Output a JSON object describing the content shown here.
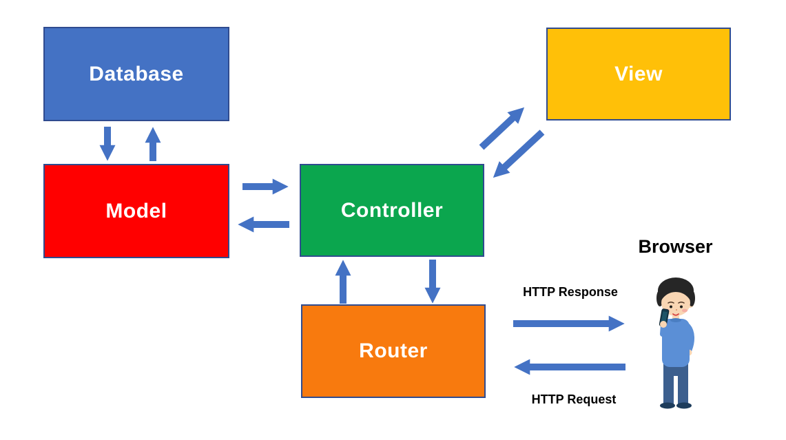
{
  "diagram": {
    "nodes": [
      {
        "id": "database",
        "label": "Database",
        "fill": "#4472C4"
      },
      {
        "id": "model",
        "label": "Model",
        "fill": "#FF0000"
      },
      {
        "id": "controller",
        "label": "Controller",
        "fill": "#0BA64E"
      },
      {
        "id": "view",
        "label": "View",
        "fill": "#FFC008"
      },
      {
        "id": "router",
        "label": "Router",
        "fill": "#F87A0E"
      }
    ],
    "actor": {
      "label": "Browser",
      "illustration": "person-holding-smartphone"
    },
    "edge_labels": {
      "http_response": "HTTP Response",
      "http_request": "HTTP Request"
    },
    "edges": [
      {
        "from": "database",
        "to": "model"
      },
      {
        "from": "model",
        "to": "database"
      },
      {
        "from": "model",
        "to": "controller"
      },
      {
        "from": "controller",
        "to": "model"
      },
      {
        "from": "controller",
        "to": "view"
      },
      {
        "from": "view",
        "to": "controller"
      },
      {
        "from": "router",
        "to": "controller"
      },
      {
        "from": "controller",
        "to": "router"
      },
      {
        "from": "router",
        "to": "browser",
        "label": "HTTP Response"
      },
      {
        "from": "browser",
        "to": "router",
        "label": "HTTP Request"
      }
    ],
    "colors": {
      "background": "#FFFFFF",
      "arrow": "#4472C4",
      "node_border": "#2F4B8F",
      "node_text": "#FFFFFF",
      "annotation_text": "#000000"
    }
  }
}
